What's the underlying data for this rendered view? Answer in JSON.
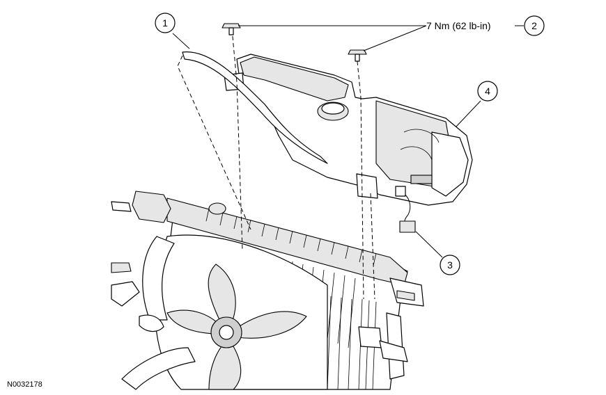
{
  "callouts": [
    {
      "number": "1"
    },
    {
      "number": "2"
    },
    {
      "number": "3"
    },
    {
      "number": "4"
    }
  ],
  "torque_label": "7 Nm (62 lb-in)",
  "figure_id": "N0032178"
}
